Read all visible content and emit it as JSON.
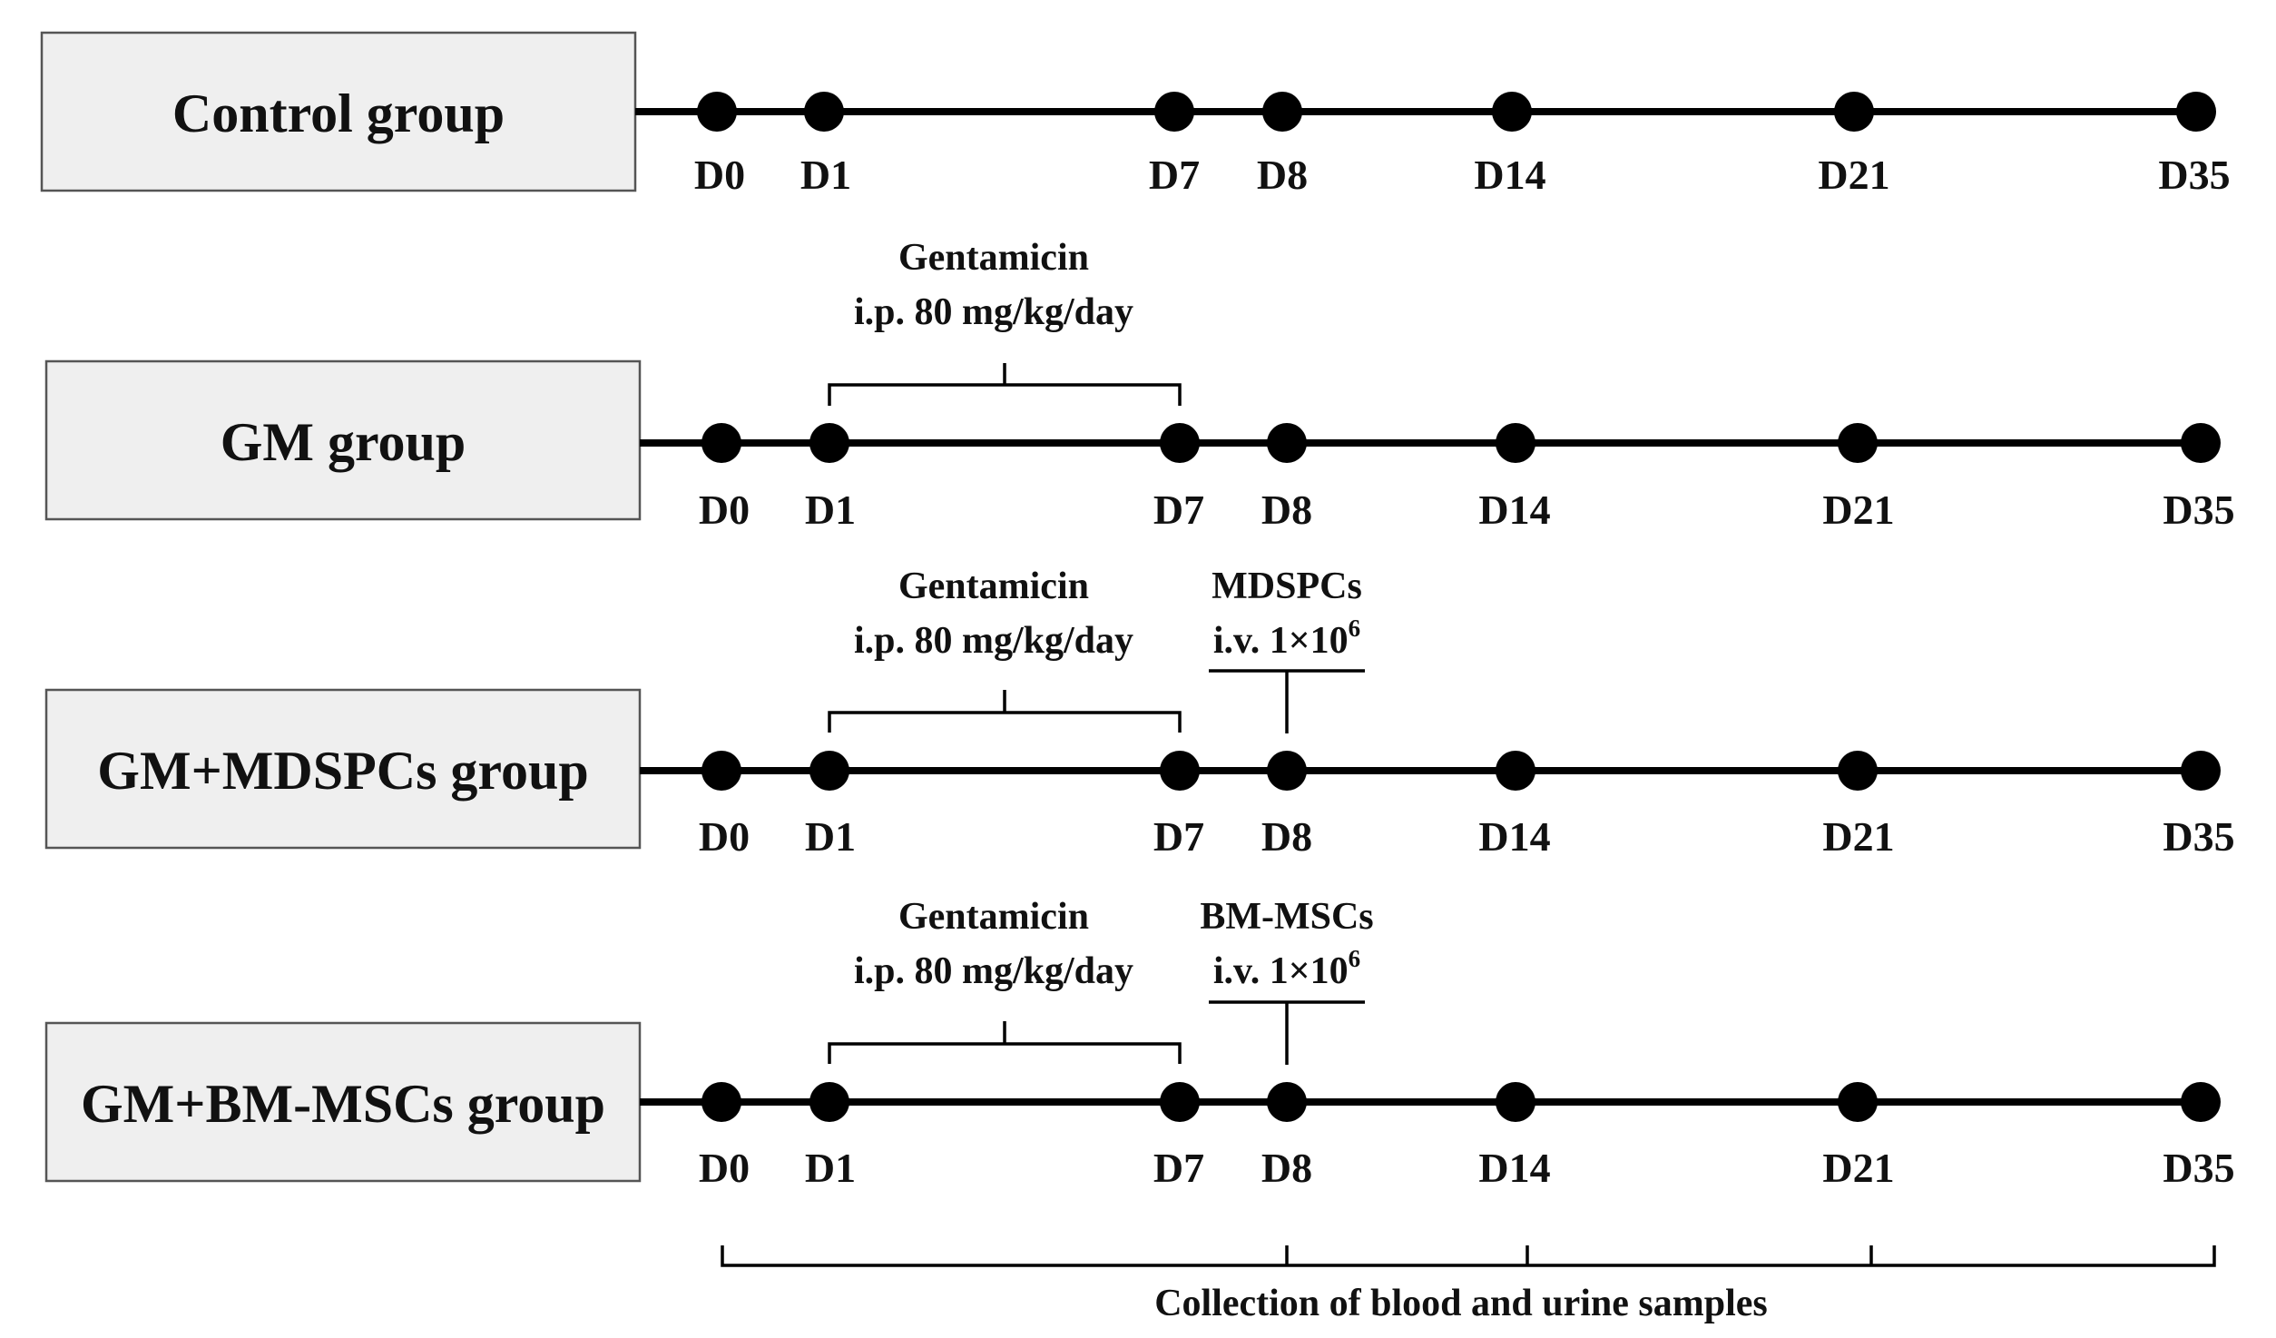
{
  "groups": [
    {
      "label": "Control group",
      "days": [
        "D0",
        "D1",
        "D7",
        "D8",
        "D14",
        "D21",
        "D35"
      ],
      "treatment": null,
      "injection": null
    },
    {
      "label": "GM group",
      "days": [
        "D0",
        "D1",
        "D7",
        "D8",
        "D14",
        "D21",
        "D35"
      ],
      "treatment": {
        "line1": "Gentamicin",
        "line2": "i.p. 80 mg/kg/day"
      },
      "injection": null
    },
    {
      "label": "GM+MDSPCs group",
      "days": [
        "D0",
        "D1",
        "D7",
        "D8",
        "D14",
        "D21",
        "D35"
      ],
      "treatment": {
        "line1": "Gentamicin",
        "line2": "i.p. 80 mg/kg/day"
      },
      "injection": {
        "line1": "MDSPCs",
        "line2": "i.v. 1×10",
        "exponent": "6"
      }
    },
    {
      "label": "GM+BM-MSCs group",
      "days": [
        "D0",
        "D1",
        "D7",
        "D8",
        "D14",
        "D21",
        "D35"
      ],
      "treatment": {
        "line1": "Gentamicin",
        "line2": "i.p. 80 mg/kg/day"
      },
      "injection": {
        "line1": "BM-MSCs",
        "line2": "i.v. 1×10",
        "exponent": "6"
      }
    }
  ],
  "collection_label": "Collection of blood and urine samples"
}
